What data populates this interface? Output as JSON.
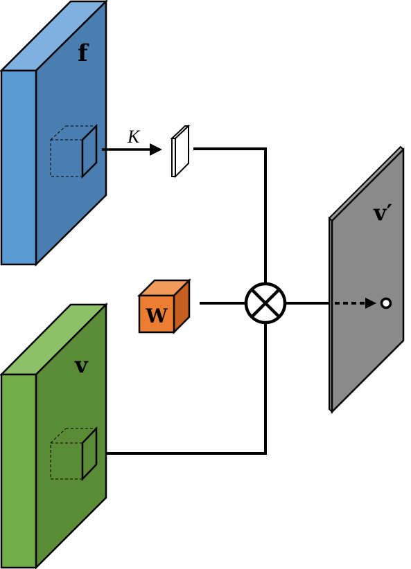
{
  "diagram": {
    "blocks": {
      "f": {
        "label": "f",
        "front_color": "#5b9bd5",
        "side_color": "#4a7eb0",
        "top_color": "#7eb0e0"
      },
      "v": {
        "label": "v",
        "front_color": "#70ad47",
        "side_color": "#5a8c38",
        "top_color": "#8cc069"
      },
      "w": {
        "label": "W",
        "front_color": "#ed7d31",
        "side_color": "#c65f1f",
        "top_color": "#f29a5c"
      },
      "v_prime": {
        "label": "v′",
        "color": "#8a8a8a",
        "edge_color": "#6e6e6e"
      }
    },
    "kernel_label": "K",
    "operator_symbol": "⊗"
  }
}
